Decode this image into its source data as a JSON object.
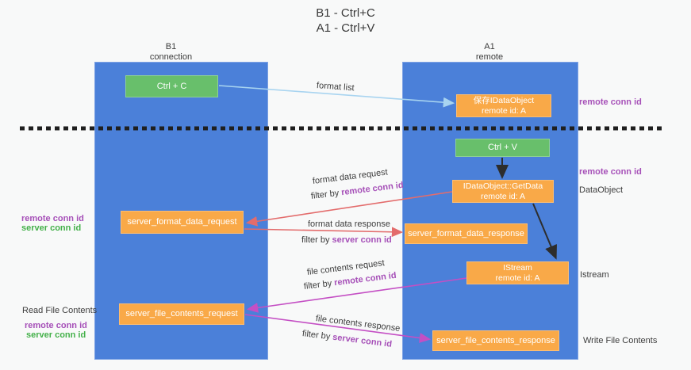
{
  "title": {
    "line1": "B1 - Ctrl+C",
    "line2": "A1 - Ctrl+V"
  },
  "lanes": {
    "left": {
      "header_line1": "B1",
      "header_line2": "connection"
    },
    "right": {
      "header_line1": "A1",
      "header_line2": "remote"
    }
  },
  "boxes": {
    "ctrl_c": "Ctrl + C",
    "ctrl_v": "Ctrl + V",
    "save_idataobject": {
      "line1": "保存IDataObject",
      "line2": "remote id: A"
    },
    "getdata": {
      "line1": "IDataObject::GetData",
      "line2": "remote id: A"
    },
    "format_request": "server_format_data_request",
    "format_response": "server_format_data_response",
    "istream": {
      "line1": "IStream",
      "line2": "remote id: A"
    },
    "file_request": "server_file_contents_request",
    "file_response": "server_file_contents_response"
  },
  "side_labels": {
    "remote_conn_id": "remote conn id",
    "server_conn_id": "server conn id",
    "dataobject": "DataObject",
    "istream": "Istream",
    "read_file_contents": "Read File Contents",
    "write_file_contents": "Write File Contents"
  },
  "flow_labels": {
    "format_list": "format list",
    "format_data_request": "format data request",
    "format_data_response": "format data response",
    "file_contents_request": "file contents request",
    "file_contents_response": "file contents response",
    "filter_by": "filter by",
    "remote_conn_id": "remote conn id",
    "server_conn_id": "server conn id"
  },
  "colors": {
    "lane_blue": "#4b80d9",
    "box_orange": "#f9a948",
    "box_green": "#68bf6b",
    "arrow_lightblue": "#a8d4f0",
    "arrow_red": "#e36c6c",
    "arrow_magenta": "#c44fc4",
    "arrow_black": "#2d2d2d",
    "label_purple": "#a650b8",
    "label_green": "#43b049",
    "background": "#f8f9f9"
  }
}
